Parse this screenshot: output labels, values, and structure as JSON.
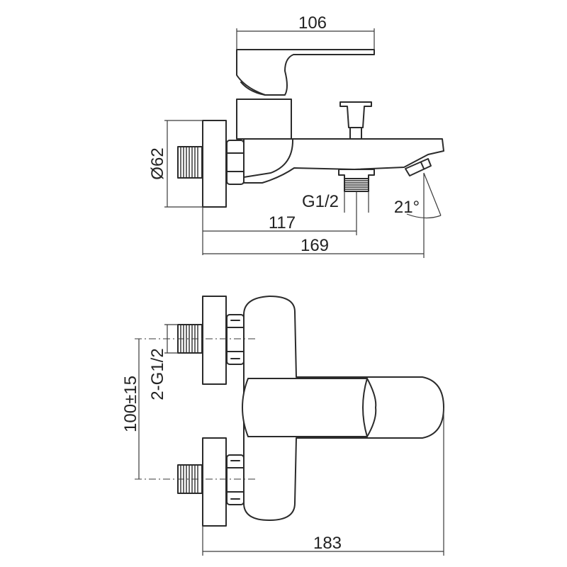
{
  "dimensions": {
    "handle_width": "106",
    "flange_diameter": "Ø62",
    "outlet_thread": "G1/2",
    "spout_angle": "21°",
    "outlet_offset": "117",
    "side_length": "169",
    "inlet_spacing": "100±15",
    "inlet_threads": "2-G1/2",
    "front_width": "183"
  },
  "colors": {
    "line": "#2b2b2b",
    "background": "#ffffff"
  }
}
